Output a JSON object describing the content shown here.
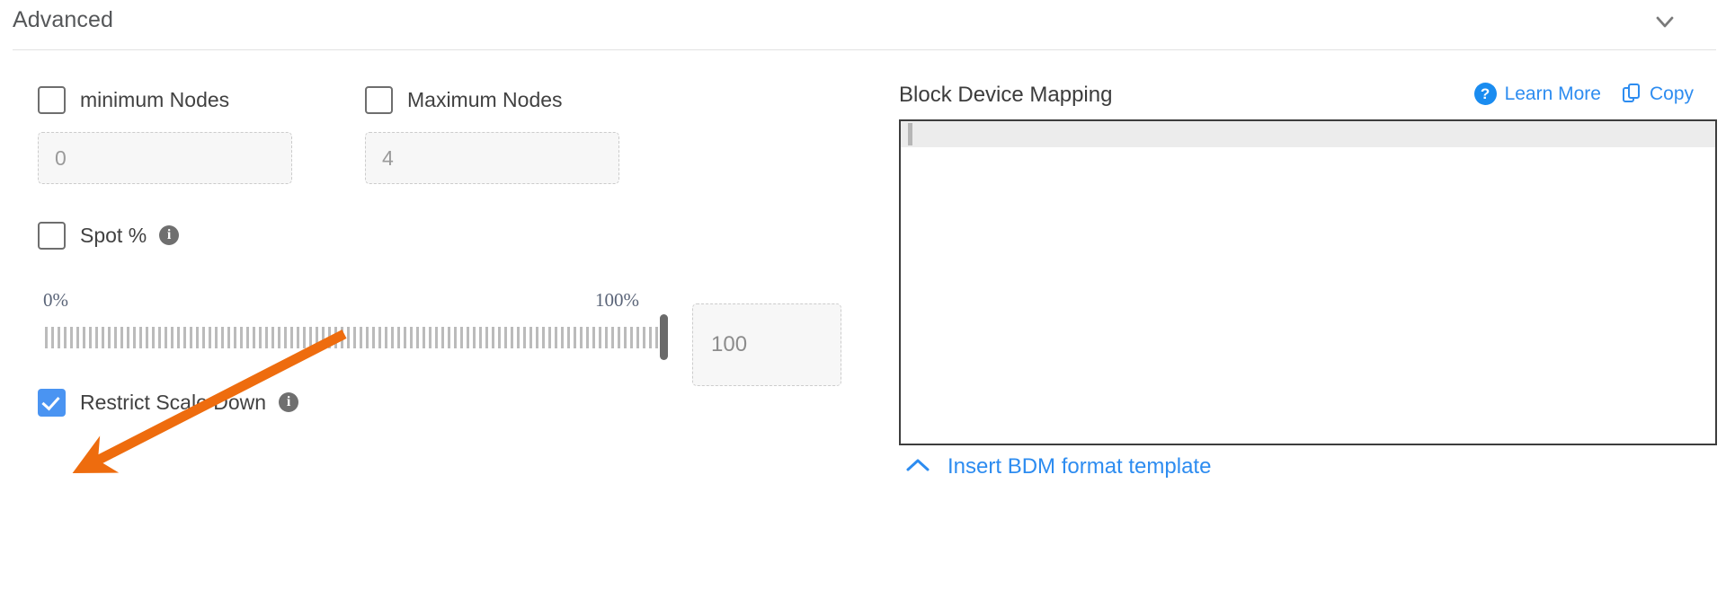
{
  "header": {
    "title": "Advanced",
    "toggle_icon": "chevron-down-icon"
  },
  "left": {
    "min_nodes": {
      "label": "minimum Nodes",
      "checked": false,
      "input_value": "",
      "input_placeholder": "0"
    },
    "max_nodes": {
      "label": "Maximum Nodes",
      "checked": false,
      "input_value": "",
      "input_placeholder": "4"
    },
    "spot": {
      "label": "Spot %",
      "checked": false,
      "info_icon": "info-icon",
      "info_glyph": "i"
    },
    "slider": {
      "min_label": "0%",
      "max_label": "100%",
      "value": 100,
      "value_input": "",
      "value_placeholder": "100"
    },
    "restrict_scale_down": {
      "label": "Restrict Scale Down",
      "checked": true,
      "info_icon": "info-icon",
      "info_glyph": "i"
    }
  },
  "right": {
    "title": "Block Device Mapping",
    "learn_more": {
      "label": "Learn More",
      "icon": "help-circle-icon",
      "icon_glyph": "?"
    },
    "copy": {
      "label": "Copy",
      "icon": "copy-icon"
    },
    "editor": {
      "content": ""
    },
    "insert_template": {
      "label": "Insert BDM format template",
      "icon": "chevron-up-icon"
    }
  },
  "annotation": {
    "color": "#ee6c0e",
    "kind": "arrow",
    "points_to": "restrict-scale-down-checkbox"
  },
  "colors": {
    "link_blue": "#2d8cf0",
    "checkbox_checked": "#4a94f2",
    "annotation_orange": "#ee6c0e",
    "text_primary": "#414141",
    "slider_tick": "#bbbbbb",
    "slider_thumb": "#6a6a6a"
  }
}
